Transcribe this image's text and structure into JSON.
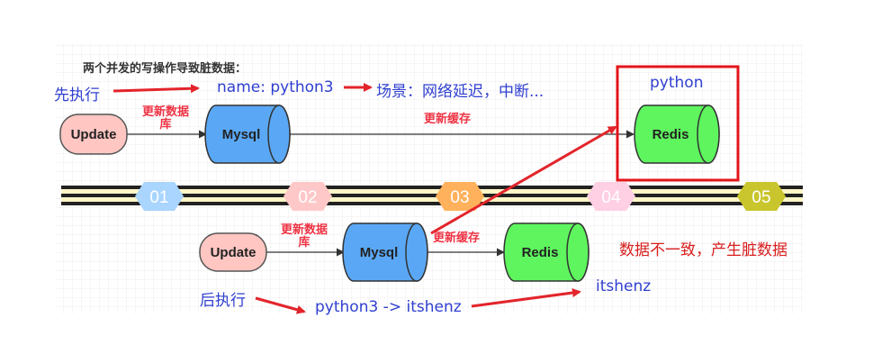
{
  "title": "两个并发的写操作导致脏数据：",
  "top_flow": {
    "first_label": "先执行",
    "name_label": "name: python3",
    "scenario_label": "场景：网络延迟，中断...",
    "update_label": "Update",
    "update_db_label_line1": "更新数据",
    "update_db_label_line2": "库",
    "mysql_label": "Mysql",
    "update_cache_label": "更新缓存",
    "redis_label": "Redis",
    "redis_value": "python"
  },
  "timeline": {
    "steps": [
      {
        "label": "01",
        "color": "#a9d5ff"
      },
      {
        "label": "02",
        "color": "#ffc8c8"
      },
      {
        "label": "03",
        "color": "#ffb15c"
      },
      {
        "label": "04",
        "color": "#ffd0e4"
      },
      {
        "label": "05",
        "color": "#c9c52c"
      }
    ]
  },
  "bottom_flow": {
    "after_label": "后执行",
    "change_label": "python3 -> itshenz",
    "update_label": "Update",
    "update_db_label_line1": "更新数据",
    "update_db_label_line2": "库",
    "mysql_label": "Mysql",
    "update_cache_label": "更新缓存",
    "redis_label": "Redis",
    "redis_value": "itshenz",
    "inconsistent_label": "数据不一致，产生脏数据"
  },
  "colors": {
    "update_fill": "#ffc6c2",
    "mysql_fill": "#5aa8f5",
    "redis_fill": "#5ef55e",
    "arrow_red": "#e3242b",
    "highlight_box": "#e3141b"
  }
}
